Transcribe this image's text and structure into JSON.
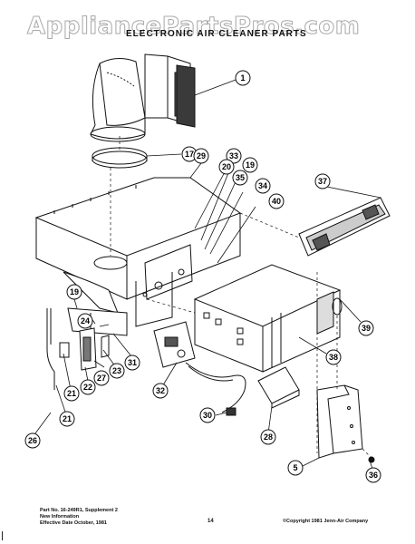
{
  "watermark": "AppliancePartsPros.com",
  "title": "ELECTRONIC AIR CLEANER PARTS",
  "callouts": [
    "1",
    "17",
    "29",
    "33",
    "20",
    "19",
    "35",
    "34",
    "40",
    "37",
    "39",
    "38",
    "19",
    "24",
    "31",
    "23",
    "27",
    "22",
    "21",
    "32",
    "21",
    "30",
    "26",
    "28",
    "5",
    "36"
  ],
  "footer": {
    "part_no": "Part No. 16-249R1, Supplement 2",
    "info": "New Information",
    "effective": "Effective Date October, 1981",
    "page": "14",
    "copyright": "©Copyright 1981 Jenn-Air Company"
  }
}
